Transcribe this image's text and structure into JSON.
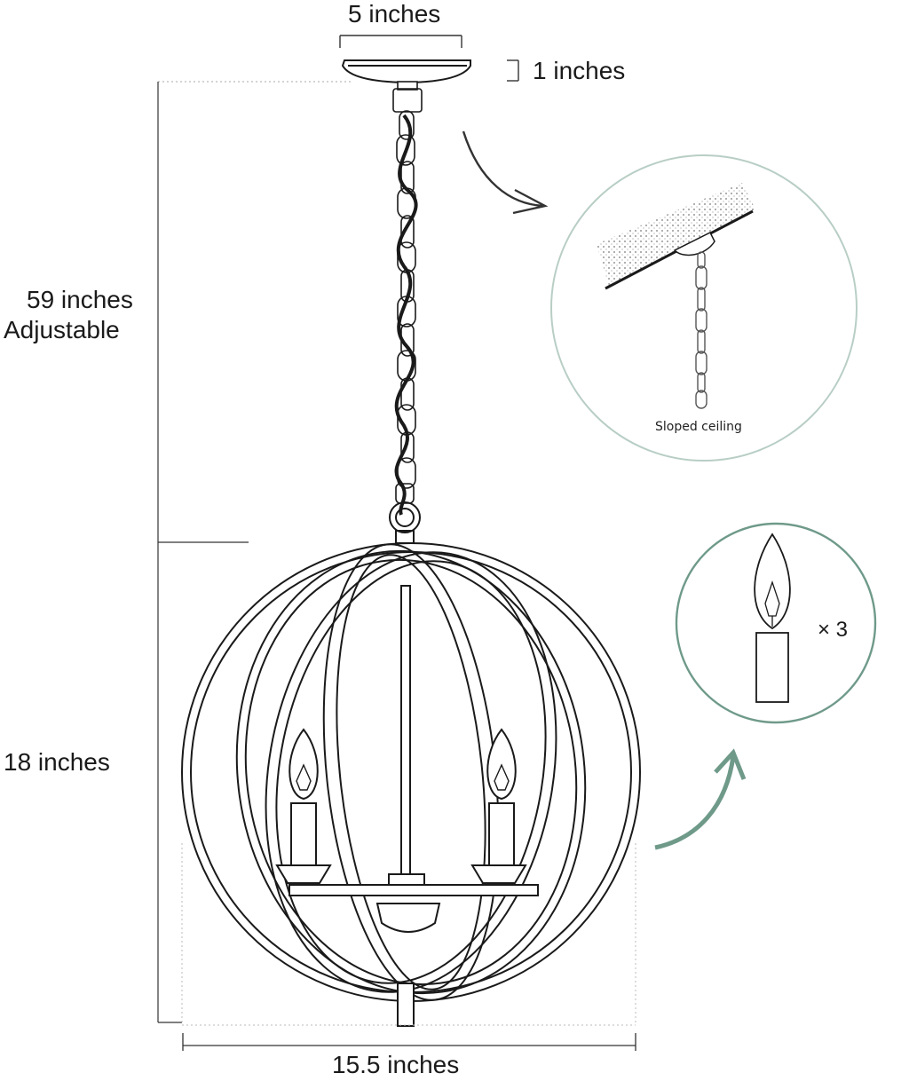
{
  "dimensions": {
    "canopy_width": "5 inches",
    "canopy_height": "1 inches",
    "chain_length_line1": "59 inches",
    "chain_length_line2": "Adjustable",
    "fixture_height": "18 inches",
    "fixture_width": "15.5 inches"
  },
  "callouts": {
    "sloped_ceiling": "Sloped ceiling",
    "bulb_count": "× 3"
  },
  "colors": {
    "line": "#1a1a1a",
    "accent_green": "#6f9a8a",
    "dim_line": "#333333"
  },
  "icons": [
    "curved-arrow-icon",
    "candelabra-bulb-icon",
    "ceiling-mount-icon"
  ]
}
